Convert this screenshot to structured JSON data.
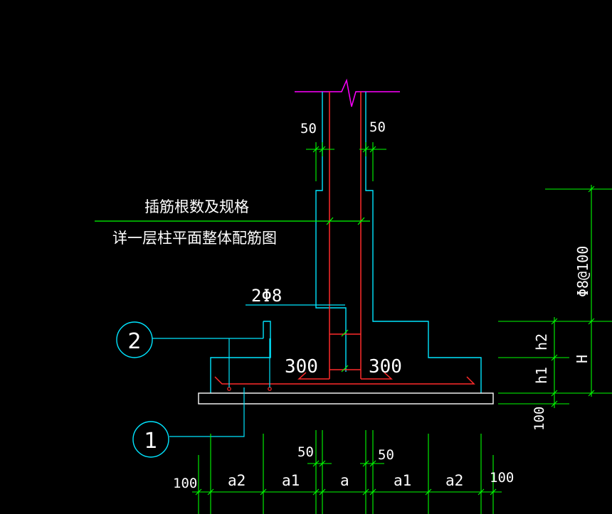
{
  "colors": {
    "background": "#000000",
    "concrete_outline": "#00e5ff",
    "rebar": "#ff2a2a",
    "dimension": "#00ff00",
    "text": "#ffffff",
    "break_line": "#ff00ff",
    "cushion": "#ffffff"
  },
  "annotations": {
    "dowel_spec": "插筋根数及规格",
    "see_plan": "详一层柱平面整体配筋图",
    "stirrups": "2Φ8",
    "stirrup_spacing": "Φ8@100",
    "marker_1": "1",
    "marker_2": "2"
  },
  "dimensions": {
    "top_left_50": "50",
    "top_right_50": "50",
    "left_300": "300",
    "right_300": "300",
    "h1": "h1",
    "h2": "h2",
    "H": "H",
    "cushion_100": "100",
    "bottom_left_100": "100",
    "bottom_a2_left": "a2",
    "bottom_a1_left": "a1",
    "bottom_a": "a",
    "bottom_a1_right": "a1",
    "bottom_a2_right": "a2",
    "bottom_right_100": "100",
    "bottom_left_50": "50",
    "bottom_right_50": "50"
  }
}
